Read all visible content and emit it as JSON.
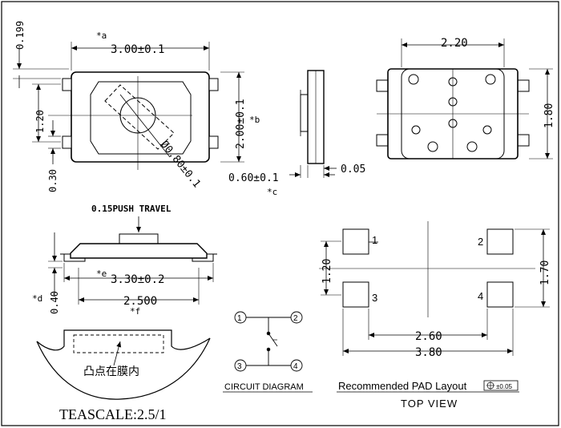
{
  "top_view": {
    "annot_a": "*a",
    "width": "3.00±0.1",
    "height": "2.00±0.1",
    "annot_b": "*b",
    "top_offset": "0.199",
    "lead_pitch": "1.20",
    "lead_width": "0.30",
    "actuator_dia": "Ø0.80±0.1"
  },
  "side_view": {
    "thickness": "0.60±0.1",
    "annot_c": "*c",
    "offset": "0.05"
  },
  "bottom_view": {
    "width": "2.20",
    "height": "1.80"
  },
  "front_view": {
    "push_travel": "0.15PUSH TRAVEL",
    "annot_e": "*e",
    "overall": "3.30±0.2",
    "annot_d": "*d",
    "height": "0.40",
    "pitch": "2.500",
    "annot_f": "*f"
  },
  "detail": {
    "label": "凸点在膜内"
  },
  "scale_label": "TEASCALE:2.5/1",
  "circuit": {
    "pins": [
      "1",
      "2",
      "3",
      "4"
    ],
    "title": "CIRCUIT DIAGRAM"
  },
  "pad_layout": {
    "pins": [
      "1",
      "2",
      "3",
      "4"
    ],
    "pad_pitch_v": "1.20",
    "total_v": "1.70",
    "inner_h": "2.60",
    "outer_h": "3.80",
    "title": "Recommended PAD Layout",
    "tolerance": "±0.05",
    "subtitle": "TOP VIEW"
  }
}
